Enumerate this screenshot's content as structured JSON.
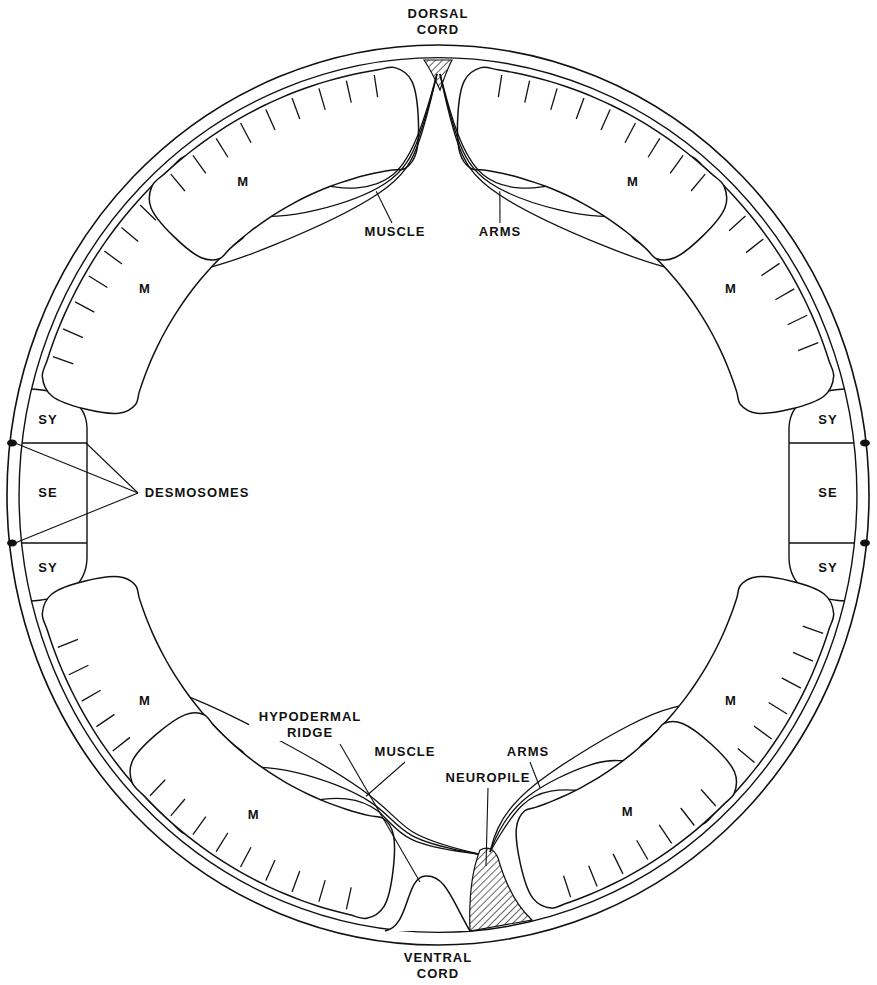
{
  "diagram": {
    "labels": [
      "DORSAL CORD",
      "M",
      "M",
      "M",
      "MUSCLE",
      "ARMS",
      "M",
      "SY",
      "SY",
      "SE",
      "DESMOSOMES",
      "SE",
      "SY",
      "SY",
      "M",
      "M",
      "MUSCLE",
      "ARMS",
      "HYPODERMAL RIDGE",
      "NEUROPILE",
      "M",
      "M",
      "VENTRAL CORD"
    ]
  }
}
